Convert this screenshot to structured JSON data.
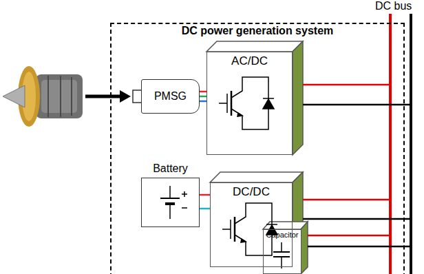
{
  "diagram": {
    "nodes": [
      {
        "text": [
          "DC power generation system"
        ]
      },
      {
        "text": [
          "PMSG"
        ],
        "in": 0
      },
      {
        "text": [
          "AC/DC"
        ],
        "in": 0
      },
      {
        "text": [
          "Battery"
        ],
        "in": 0
      },
      {
        "text": [
          "DC/DC"
        ],
        "in": 0
      },
      {
        "text": [
          "Capacitor"
        ],
        "in": 0
      }
    ],
    "edges": [
      {
        "from": 1,
        "to": 2,
        "arrow": "none"
      },
      {
        "from": 3,
        "to": 4,
        "arrow": "none"
      }
    ],
    "labels": [
      "DC bus"
    ]
  }
}
